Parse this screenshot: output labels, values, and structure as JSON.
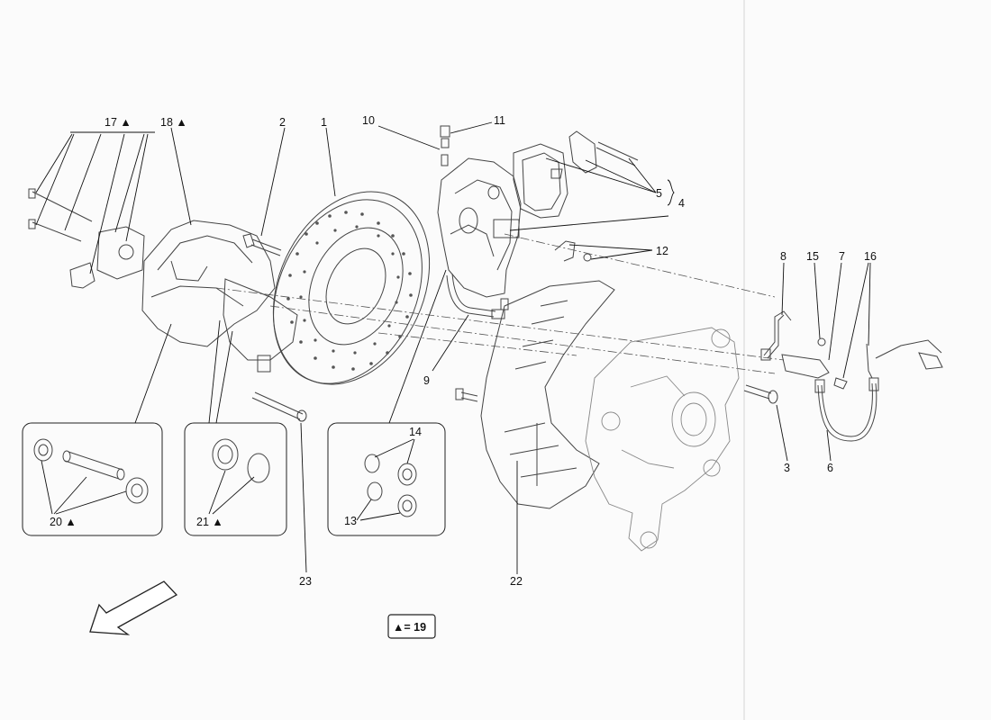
{
  "callouts": {
    "c1": "1",
    "c2": "2",
    "c3": "3",
    "c4": "4",
    "c5": "5",
    "c6": "6",
    "c7": "7",
    "c8": "8",
    "c9": "9",
    "c10": "10",
    "c11": "11",
    "c12": "12",
    "c13": "13",
    "c14": "14",
    "c15": "15",
    "c16": "16",
    "c17": "17 ▲",
    "c18": "18 ▲",
    "c20": "20 ▲",
    "c21": "21 ▲",
    "c22": "22",
    "c23": "23"
  },
  "legend": {
    "text": "▲= 19"
  },
  "colors": {
    "line": "#444444",
    "label": "#111111",
    "background": "#fbfbfb"
  },
  "icons": {
    "direction": "direction-arrow-icon"
  }
}
